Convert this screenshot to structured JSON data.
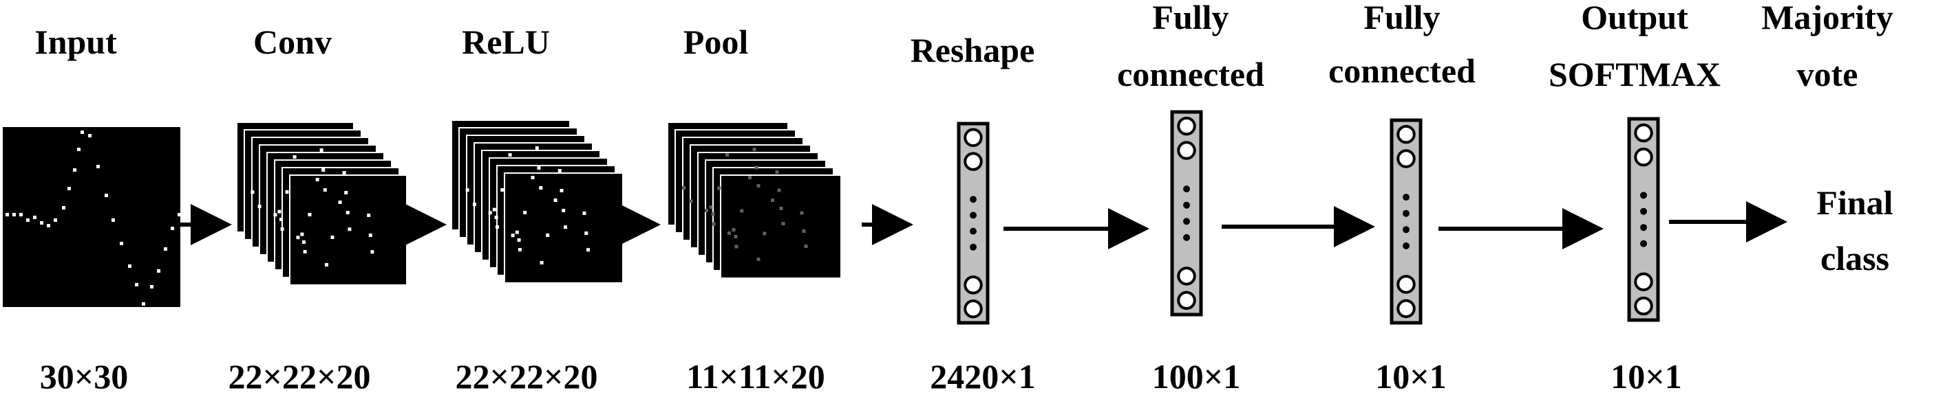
{
  "stages": [
    {
      "id": "input",
      "title": [
        "Input"
      ],
      "size": "30×30"
    },
    {
      "id": "conv",
      "title": [
        "Conv"
      ],
      "size": "22×22×20"
    },
    {
      "id": "relu",
      "title": [
        "ReLU"
      ],
      "size": "22×22×20"
    },
    {
      "id": "pool",
      "title": [
        "Pool"
      ],
      "size": "11×11×20"
    },
    {
      "id": "reshape",
      "title": [
        "Reshape"
      ],
      "size": "2420×1"
    },
    {
      "id": "fc1",
      "title": [
        "Fully",
        "connected"
      ],
      "size": "100×1"
    },
    {
      "id": "fc2",
      "title": [
        "Fully",
        "connected"
      ],
      "size": "10×1"
    },
    {
      "id": "output",
      "title": [
        "Output",
        "SOFTMAX"
      ],
      "size": "10×1"
    },
    {
      "id": "vote",
      "title": [
        "Majority",
        "vote"
      ],
      "size": ""
    }
  ],
  "final_label": [
    "Final",
    "class"
  ],
  "colors": {
    "map": "#000000",
    "map_edge": "#ffffff",
    "pixel": "#ffffff",
    "vector_fill": "#bfbfbf",
    "vector_border": "#000000",
    "text": "#000000"
  }
}
